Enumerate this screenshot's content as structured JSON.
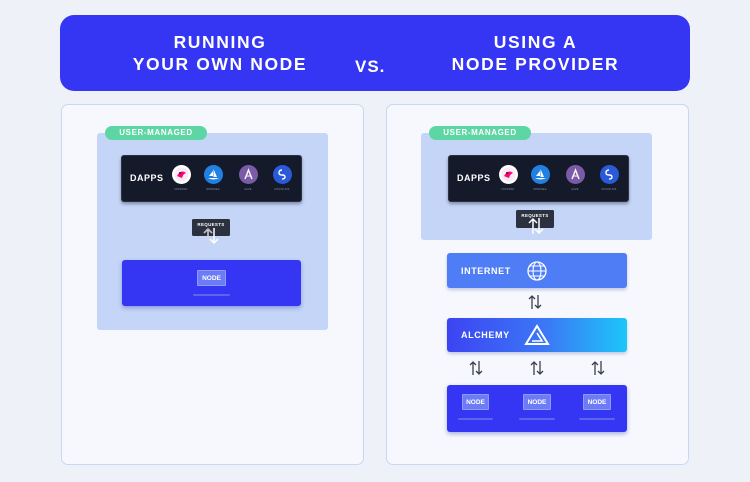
{
  "header": {
    "left_title_line1": "RUNNING",
    "left_title_line2": "YOUR OWN NODE",
    "vs": "VS.",
    "right_title_line1": "USING A",
    "right_title_line2": "NODE PROVIDER"
  },
  "left": {
    "badge": "USER-MANAGED",
    "dapps_label": "DAPPS",
    "dapps": [
      {
        "name": "UNISWAP",
        "icon": "uniswap-icon",
        "color": "#ffffff"
      },
      {
        "name": "OPENSEA",
        "icon": "opensea-icon",
        "color": "#2081e2"
      },
      {
        "name": "AAVE",
        "icon": "aave-icon",
        "color": "#7b5ba8"
      },
      {
        "name": "CHAINLINK",
        "icon": "chain-icon",
        "color": "#2a5ada"
      }
    ],
    "requests": "REQUESTS",
    "node": "NODE"
  },
  "right": {
    "badge": "USER-MANAGED",
    "dapps_label": "DAPPS",
    "dapps": [
      {
        "name": "UNISWAP",
        "icon": "uniswap-icon",
        "color": "#ffffff"
      },
      {
        "name": "OPENSEA",
        "icon": "opensea-icon",
        "color": "#2081e2"
      },
      {
        "name": "AAVE",
        "icon": "aave-icon",
        "color": "#7b5ba8"
      },
      {
        "name": "CHAINLINK",
        "icon": "chain-icon",
        "color": "#2a5ada"
      }
    ],
    "requests": "REQUESTS",
    "internet": "INTERNET",
    "alchemy": "ALCHEMY",
    "nodes": [
      "NODE",
      "NODE",
      "NODE"
    ]
  },
  "colors": {
    "header_blue": "#3535f4",
    "badge_green": "#5ed6a3",
    "user_area": "#c4d5f8",
    "internet_blue": "#4f7df5",
    "alchemy_cyan": "#1cc6f8"
  }
}
